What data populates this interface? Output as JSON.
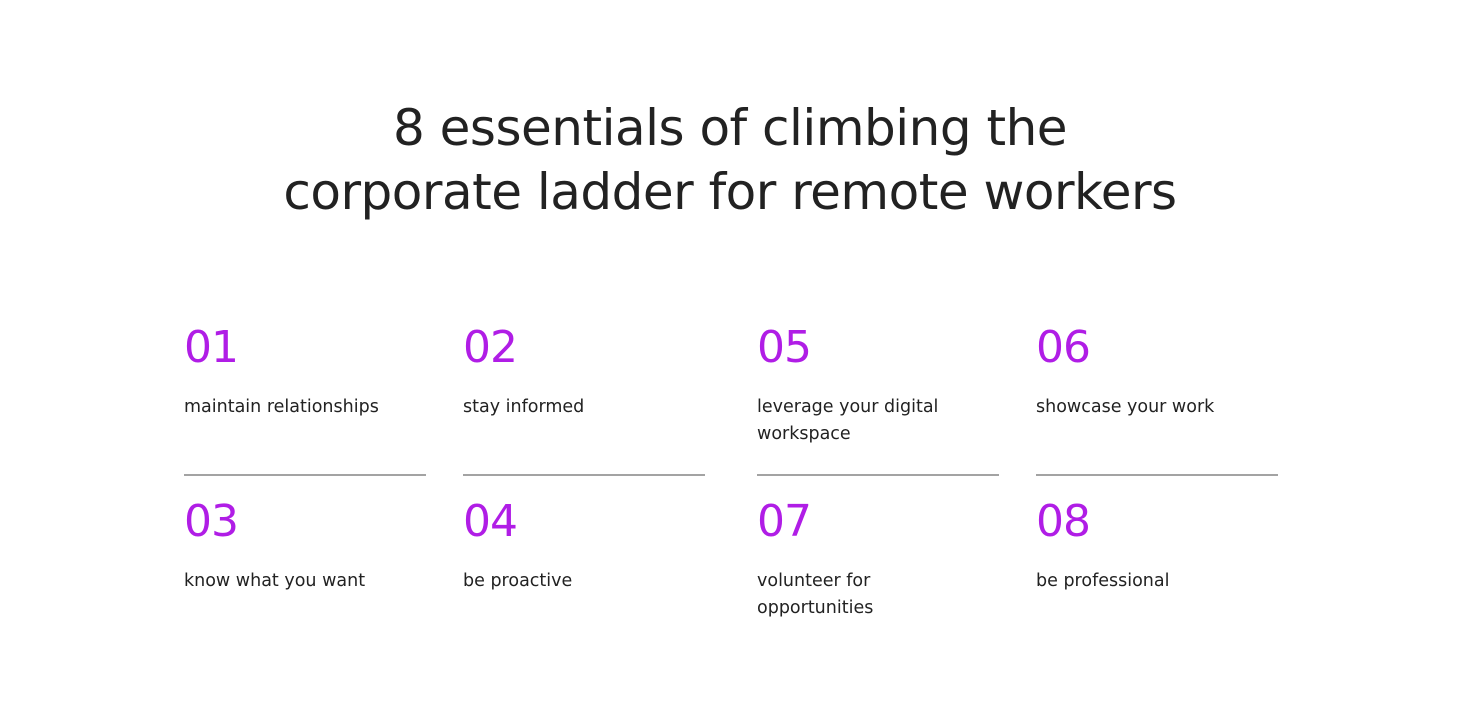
{
  "title": {
    "line1": "8 essentials of climbing the",
    "line2": "corporate ladder for remote workers"
  },
  "items": [
    {
      "number": "01",
      "label": "maintain relationships"
    },
    {
      "number": "02",
      "label": "stay informed"
    },
    {
      "number": "05",
      "label": "leverage your digital workspace"
    },
    {
      "number": "06",
      "label": "showcase your work"
    },
    {
      "number": "03",
      "label": "know what you want"
    },
    {
      "number": "04",
      "label": "be proactive"
    },
    {
      "number": "07",
      "label": "volunteer for opportunities"
    },
    {
      "number": "08",
      "label": "be professional"
    }
  ],
  "colors": {
    "accent": "#b01de6",
    "text": "#222222",
    "divider": "#a3a3a3",
    "background": "#ffffff"
  }
}
